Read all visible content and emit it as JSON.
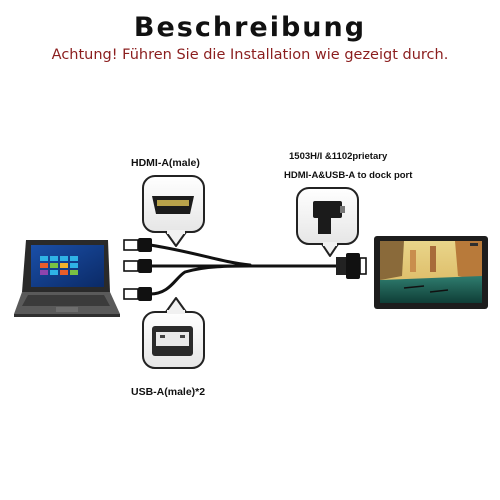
{
  "header": {
    "title": "Beschreibung",
    "subtitle": "Achtung! Führen Sie die Installation wie gezeigt durch."
  },
  "labels": {
    "hdmi": "HDMI-A(male)",
    "port_line1": "1503H/I &1102prietary",
    "port_line2": "HDMI-A&USB-A to dock port",
    "usb": "USB-A(male)*2"
  },
  "icons": {
    "laptop": "laptop-icon",
    "monitor": "monitor-icon",
    "hdmi": "hdmi-connector-icon",
    "usb": "usb-connector-icon",
    "dock_port": "dock-port-connector-icon"
  },
  "colors": {
    "title": "#111111",
    "subtitle": "#8b1e1e",
    "cable": "#111111",
    "bubble": "#f1f1f1"
  }
}
